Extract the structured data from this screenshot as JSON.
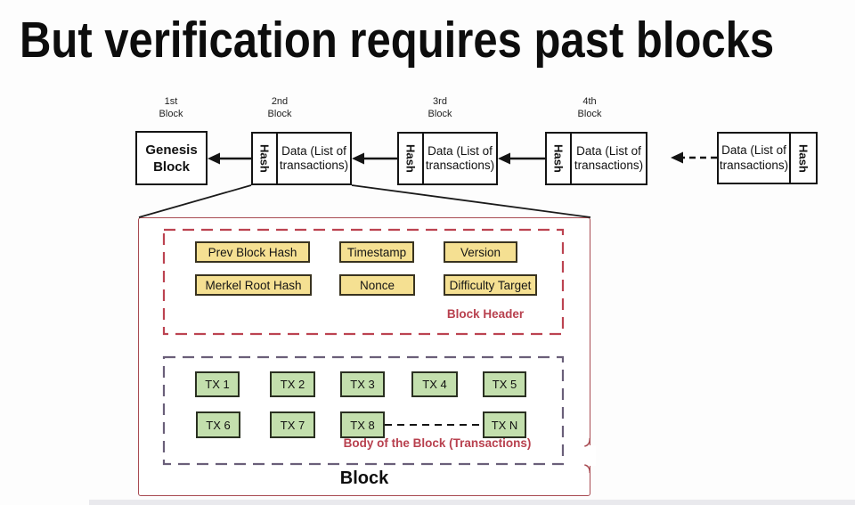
{
  "slide": {
    "title": "But verification requires past blocks"
  },
  "chain": {
    "position_labels": [
      "1st\nBlock",
      "2nd\nBlock",
      "3rd\nBlock",
      "4th\nBlock"
    ],
    "genesis_label": "Genesis\nBlock",
    "hash_label": "Hash",
    "data_label": "Data (List of\ntransactions)"
  },
  "block_detail": {
    "header": {
      "fields": [
        "Prev Block Hash",
        "Timestamp",
        "Version",
        "Merkel Root Hash",
        "Nonce",
        "Difficulty Target"
      ],
      "caption": "Block Header"
    },
    "body": {
      "transactions": [
        "TX 1",
        "TX 2",
        "TX 3",
        "TX 4",
        "TX 5",
        "TX 6",
        "TX 7",
        "TX 8",
        "TX N"
      ],
      "caption": "Body of the Block (Transactions)"
    },
    "caption": "Block"
  },
  "colors": {
    "outer_block_border": "#a84b52",
    "header_dashed_border": "#bc4351",
    "body_dashed_border": "#6a5f79",
    "red_caption_text": "#b8404e",
    "header_field_fill": "#f5e092",
    "transaction_fill": "#c3dfad",
    "connector_black": "#141414"
  }
}
